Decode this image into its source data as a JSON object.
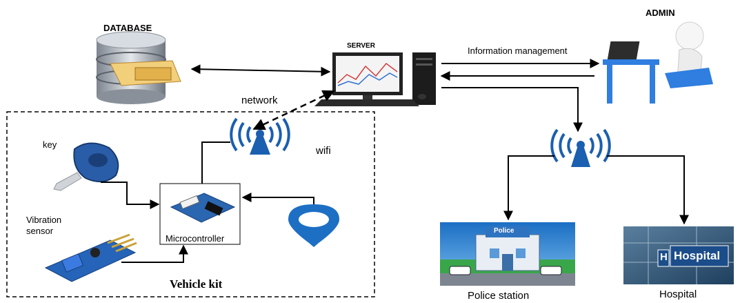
{
  "labels": {
    "database": "DATABASE",
    "server": "SERVER",
    "admin": "ADMIN",
    "info_mgmt": "Information management",
    "network": "network",
    "wifi": "wifi",
    "key": "key",
    "vibration_line1": "Vibration",
    "vibration_line2": "sensor",
    "microcontroller": "Microcontroller",
    "vehicle_kit": "Vehicle kit",
    "police_station": "Police station",
    "hospital": "Hospital",
    "police_sign": "Police",
    "hospital_sign": "Hospital",
    "hospital_h": "H"
  },
  "colors": {
    "arrow": "#000000",
    "wifi_blue": "#1a5fb0",
    "pin_blue": "#1d6fc4",
    "db_silver": "#b8bec6",
    "police_sky": "#2a7fd0",
    "hospital_glass": "#2e5f8a"
  },
  "icons": [
    "database-icon",
    "server-computer-icon",
    "admin-user-icon",
    "wifi-antenna-icon",
    "car-key-icon",
    "vibration-sensor-icon",
    "location-pin-icon",
    "microcontroller-board-icon",
    "police-station-image",
    "hospital-image"
  ]
}
